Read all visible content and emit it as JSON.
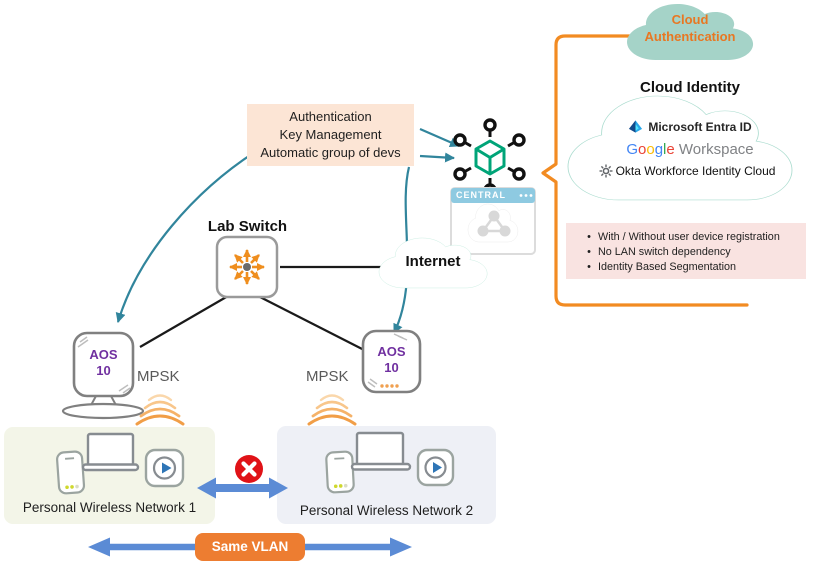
{
  "cloud_authentication": {
    "line1": "Cloud",
    "line2": "Authentication"
  },
  "identity": {
    "heading": "Cloud Identity",
    "microsoft": "Microsoft Entra ID",
    "google_letters": [
      "G",
      "o",
      "o",
      "g",
      "l",
      "e"
    ],
    "google_suffix": "Workspace",
    "okta": "Okta Workforce Identity Cloud",
    "benefits": [
      "With / Without  user device registration",
      "No LAN switch dependency",
      "Identity Based Segmentation"
    ]
  },
  "central_functions": {
    "line1": "Authentication",
    "line2": "Key Management",
    "line3": "Automatic group of devs"
  },
  "central_card": {
    "title": "CENTRAL"
  },
  "internet_label": "Internet",
  "lab_switch_label": "Lab Switch",
  "access_point": {
    "os": "AOS",
    "version": "10"
  },
  "mpsk_label": "MPSK",
  "networks": {
    "network1": "Personal Wireless Network 1",
    "network2": "Personal Wireless Network 2"
  },
  "same_vlan_label": "Same VLAN",
  "colors": {
    "orange_accent": "#ED7D31",
    "bracket_orange": "#F28B22",
    "teal_arrow": "#31859C",
    "auth_cloud_fill": "#A5D3C8",
    "identity_cloud_outline": "#ABDCCF",
    "internet_cloud_outline": "#AEE3D2",
    "peach_box": "#FCE5D5",
    "pink_box": "#F9E3E1",
    "ap_purple": "#7030A0",
    "blue_arrow": "#5B8BD5",
    "blocked_red": "#E01217",
    "central_header_blue": "#8ECAE1",
    "hub_green": "#00A478",
    "switch_icon_orange": "#EF8E1E",
    "google_blue": "#4285F4",
    "google_red": "#EA4335",
    "google_yellow": "#FBBC05",
    "google_green": "#34A853"
  }
}
